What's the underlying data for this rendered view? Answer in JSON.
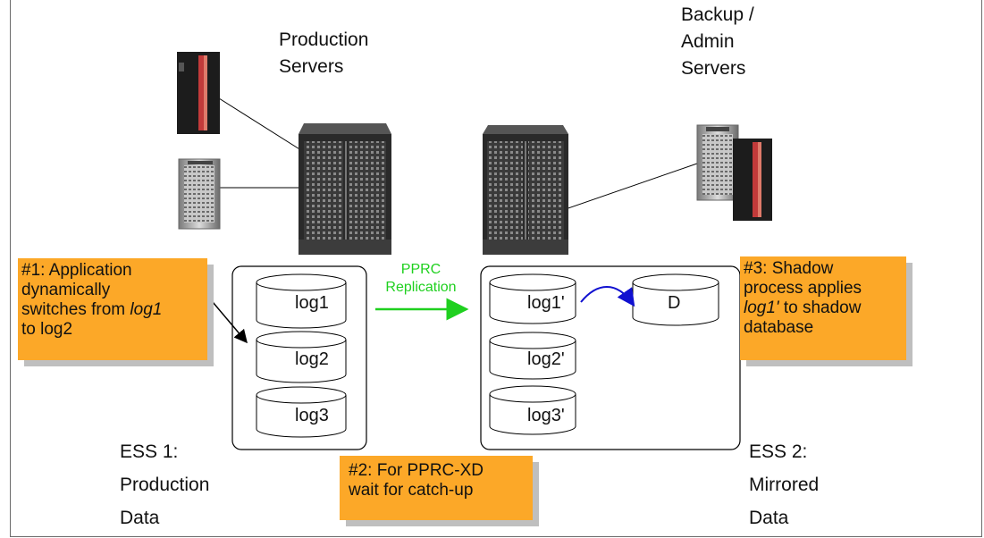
{
  "labels": {
    "production_servers": [
      "Production",
      "Servers"
    ],
    "backup_servers": [
      "Backup /",
      "Admin",
      "Servers"
    ],
    "ess1": [
      "ESS 1:",
      "Production",
      "Data"
    ],
    "ess2": [
      "ESS 2:",
      "Mirrored",
      "Data"
    ],
    "replication": [
      "PPRC",
      "Replication"
    ]
  },
  "callouts": {
    "step1": {
      "line1": "#1: Application",
      "line2": "dynamically",
      "line3a": "switches from ",
      "line3b": "log1",
      "line4": "to log2"
    },
    "step2": {
      "line1": "#2: For PPRC-XD",
      "line2": "wait for catch-up"
    },
    "step3": {
      "line1": "#3:  Shadow",
      "line2": "process applies",
      "line3a": "log1'",
      "line3b": " to shadow",
      "line4": "database"
    }
  },
  "ess1_volumes": [
    "log1",
    "log2",
    "log3"
  ],
  "ess2_volumes": [
    "log1'",
    "log2'",
    "log3'"
  ],
  "shadow_db": "D",
  "colors": {
    "callout": "#fca828",
    "replication_arrow": "#1fd01f",
    "apply_arrow": "#1010d0"
  }
}
